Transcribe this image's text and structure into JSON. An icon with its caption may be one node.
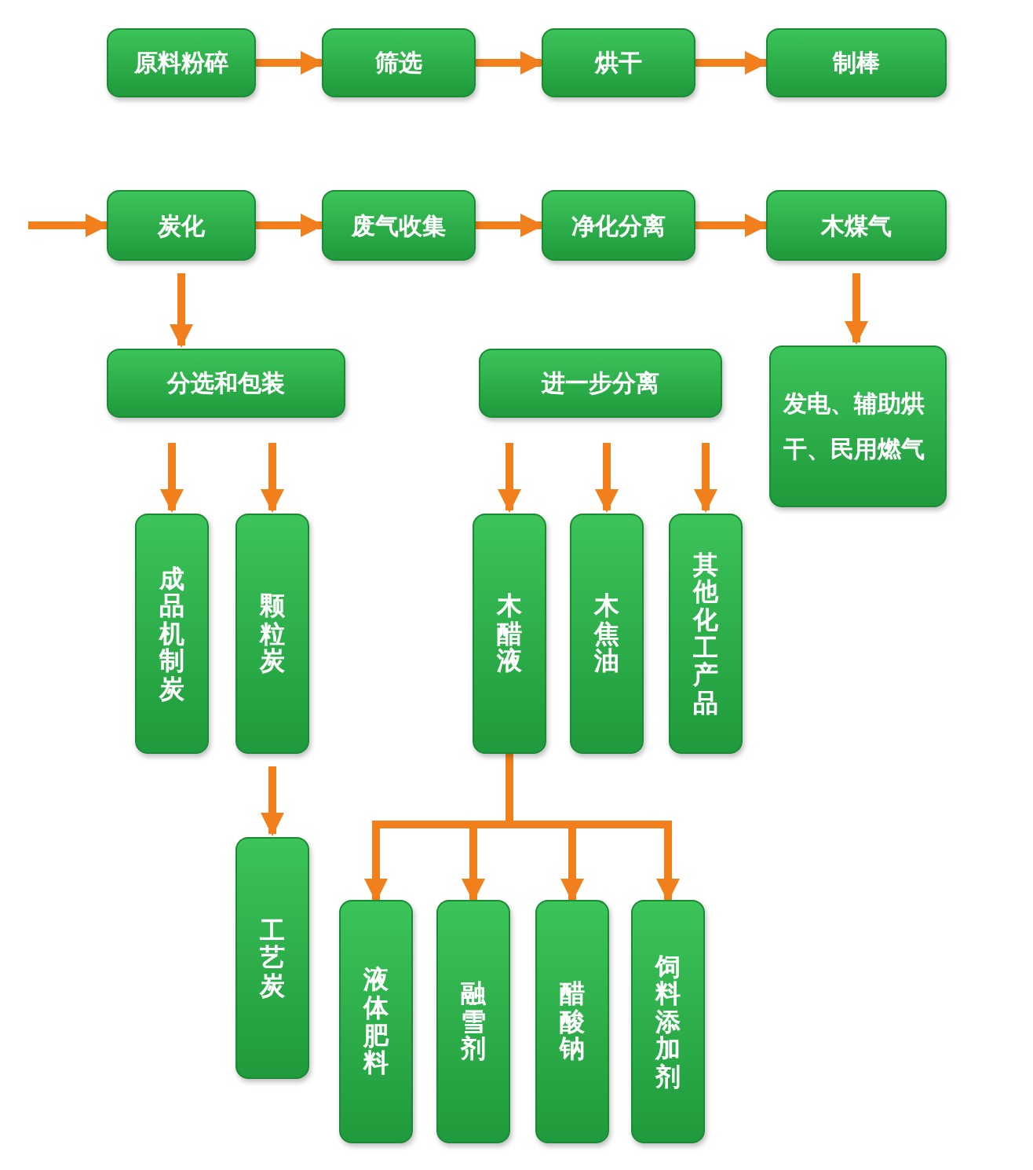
{
  "diagram": {
    "nodes": [
      {
        "text": [
          "原料粉碎"
        ]
      },
      {
        "text": [
          "筛选"
        ]
      },
      {
        "text": [
          "烘干"
        ]
      },
      {
        "text": [
          "制棒"
        ]
      },
      {
        "text": [
          "炭化"
        ]
      },
      {
        "text": [
          "废气收集"
        ]
      },
      {
        "text": [
          "净化分离"
        ]
      },
      {
        "text": [
          "木煤气"
        ]
      },
      {
        "text": [
          "分选和包装"
        ]
      },
      {
        "text": [
          "进一步分离"
        ]
      },
      {
        "text": [
          "发电、辅助烘干、民用燃气"
        ]
      },
      {
        "text": [
          "成品机制炭"
        ]
      },
      {
        "text": [
          "颗粒炭"
        ]
      },
      {
        "text": [
          "木醋液"
        ]
      },
      {
        "text": [
          "木焦油"
        ]
      },
      {
        "text": [
          "其他化工产品"
        ]
      },
      {
        "text": [
          "工艺炭"
        ]
      },
      {
        "text": [
          "液体肥料"
        ]
      },
      {
        "text": [
          "融雪剂"
        ]
      },
      {
        "text": [
          "醋酸钠"
        ]
      },
      {
        "text": [
          "饲料添加剂"
        ]
      }
    ],
    "edges": [
      {
        "from": 0,
        "to": 1,
        "arrow": "to"
      },
      {
        "from": 1,
        "to": 2,
        "arrow": "to"
      },
      {
        "from": 2,
        "to": 3,
        "arrow": "to"
      },
      {
        "from": null,
        "to": 4,
        "arrow": "to"
      },
      {
        "from": 4,
        "to": 5,
        "arrow": "to"
      },
      {
        "from": 5,
        "to": 6,
        "arrow": "to"
      },
      {
        "from": 6,
        "to": 7,
        "arrow": "to"
      },
      {
        "from": 4,
        "to": 8,
        "arrow": "to"
      },
      {
        "from": 7,
        "to": 10,
        "arrow": "to"
      },
      {
        "from": 8,
        "to": 11,
        "arrow": "to"
      },
      {
        "from": 8,
        "to": 12,
        "arrow": "to"
      },
      {
        "from": 9,
        "to": 13,
        "arrow": "to"
      },
      {
        "from": 9,
        "to": 14,
        "arrow": "to"
      },
      {
        "from": 9,
        "to": 15,
        "arrow": "to"
      },
      {
        "from": 12,
        "to": 16,
        "arrow": "to"
      },
      {
        "from": 13,
        "to": 17,
        "arrow": "to"
      },
      {
        "from": 13,
        "to": 18,
        "arrow": "to"
      },
      {
        "from": 13,
        "to": 19,
        "arrow": "to"
      },
      {
        "from": 13,
        "to": 20,
        "arrow": "to"
      }
    ]
  }
}
